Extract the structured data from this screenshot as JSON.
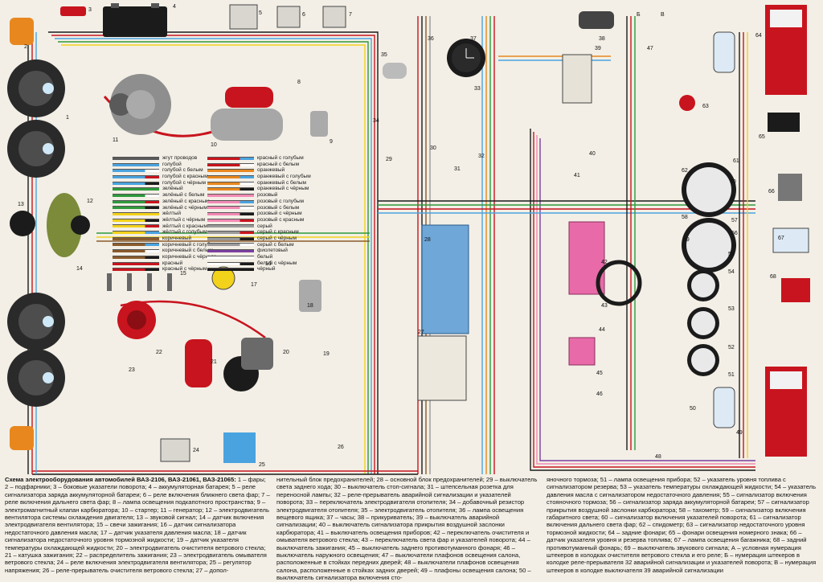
{
  "colors": {
    "background": "#f3efe6",
    "red": "#c8141e",
    "black": "#1b1b1b",
    "fuse_block": "#6fa7d8",
    "relay_pink": "#e86aa8",
    "orange": "#d97a20",
    "component_gray": "#9a9a9a"
  },
  "badges": {
    "b": "Б",
    "v": "В"
  },
  "legend": {
    "left": [
      {
        "label": "жгут проводов",
        "colors": [
          "#5a5a5a",
          "#5a5a5a"
        ]
      },
      {
        "label": "голубой",
        "colors": [
          "#4aa3df",
          "#4aa3df"
        ]
      },
      {
        "label": "голубой с белым",
        "colors": [
          "#4aa3df",
          "#ffffff"
        ]
      },
      {
        "label": "голубой с красным",
        "colors": [
          "#4aa3df",
          "#c8141e"
        ]
      },
      {
        "label": "голубой с чёрным",
        "colors": [
          "#4aa3df",
          "#1b1b1b"
        ]
      },
      {
        "label": "зелёный",
        "colors": [
          "#2e9a3c",
          "#2e9a3c"
        ]
      },
      {
        "label": "зелёный с белым",
        "colors": [
          "#2e9a3c",
          "#ffffff"
        ]
      },
      {
        "label": "зелёный с красным",
        "colors": [
          "#2e9a3c",
          "#c8141e"
        ]
      },
      {
        "label": "зелёный с чёрным",
        "colors": [
          "#2e9a3c",
          "#1b1b1b"
        ]
      },
      {
        "label": "жёлтый",
        "colors": [
          "#f2d21b",
          "#f2d21b"
        ]
      },
      {
        "label": "жёлтый с чёрным",
        "colors": [
          "#f2d21b",
          "#1b1b1b"
        ]
      },
      {
        "label": "жёлтый с красным",
        "colors": [
          "#f2d21b",
          "#c8141e"
        ]
      },
      {
        "label": "жёлтый с голубым",
        "colors": [
          "#f2d21b",
          "#4aa3df"
        ]
      },
      {
        "label": "коричневый",
        "colors": [
          "#8a5a2b",
          "#8a5a2b"
        ]
      },
      {
        "label": "коричневый с голубым",
        "colors": [
          "#8a5a2b",
          "#4aa3df"
        ]
      },
      {
        "label": "коричневый с белым",
        "colors": [
          "#8a5a2b",
          "#ffffff"
        ]
      },
      {
        "label": "коричневый с чёрным",
        "colors": [
          "#8a5a2b",
          "#1b1b1b"
        ]
      },
      {
        "label": "красный",
        "colors": [
          "#c8141e",
          "#c8141e"
        ]
      },
      {
        "label": "красный с чёрным",
        "colors": [
          "#c8141e",
          "#1b1b1b"
        ]
      }
    ],
    "right": [
      {
        "label": "красный с голубым",
        "colors": [
          "#c8141e",
          "#4aa3df"
        ]
      },
      {
        "label": "красный с белым",
        "colors": [
          "#c8141e",
          "#ffffff"
        ]
      },
      {
        "label": "оранжевый",
        "colors": [
          "#e8871e",
          "#e8871e"
        ]
      },
      {
        "label": "оранжевый с голубым",
        "colors": [
          "#e8871e",
          "#4aa3df"
        ]
      },
      {
        "label": "оранжевый с белым",
        "colors": [
          "#e8871e",
          "#ffffff"
        ]
      },
      {
        "label": "оранжевый с чёрным",
        "colors": [
          "#e8871e",
          "#1b1b1b"
        ]
      },
      {
        "label": "розовый",
        "colors": [
          "#f28ab4",
          "#f28ab4"
        ]
      },
      {
        "label": "розовый с голубым",
        "colors": [
          "#f28ab4",
          "#4aa3df"
        ]
      },
      {
        "label": "розовый с белым",
        "colors": [
          "#f28ab4",
          "#ffffff"
        ]
      },
      {
        "label": "розовый с чёрным",
        "colors": [
          "#f28ab4",
          "#1b1b1b"
        ]
      },
      {
        "label": "розовый с красным",
        "colors": [
          "#f28ab4",
          "#c8141e"
        ]
      },
      {
        "label": "серый",
        "colors": [
          "#9a9a9a",
          "#9a9a9a"
        ]
      },
      {
        "label": "серый с красным",
        "colors": [
          "#9a9a9a",
          "#c8141e"
        ]
      },
      {
        "label": "серый с чёрным",
        "colors": [
          "#9a9a9a",
          "#1b1b1b"
        ]
      },
      {
        "label": "серый с белым",
        "colors": [
          "#9a9a9a",
          "#ffffff"
        ]
      },
      {
        "label": "фиолетовый",
        "colors": [
          "#7b3fa0",
          "#7b3fa0"
        ]
      },
      {
        "label": "белый",
        "colors": [
          "#ffffff",
          "#ffffff"
        ]
      },
      {
        "label": "белый с чёрным",
        "colors": [
          "#ffffff",
          "#1b1b1b"
        ]
      },
      {
        "label": "чёрный",
        "colors": [
          "#1b1b1b",
          "#1b1b1b"
        ]
      }
    ]
  },
  "components": [
    {
      "id": "1",
      "kind": "headlamp"
    },
    {
      "id": "2",
      "kind": "fog-lamp"
    },
    {
      "id": "3",
      "kind": "side-indicator"
    },
    {
      "id": "4",
      "kind": "battery"
    },
    {
      "id": "5",
      "kind": "relay"
    },
    {
      "id": "6",
      "kind": "relay"
    },
    {
      "id": "7",
      "kind": "relay"
    },
    {
      "id": "8",
      "kind": "pickup"
    },
    {
      "id": "9",
      "kind": "solenoid"
    },
    {
      "id": "10",
      "kind": "starter"
    },
    {
      "id": "11",
      "kind": "alternator"
    },
    {
      "id": "12",
      "kind": "fan-motor"
    },
    {
      "id": "13",
      "kind": "horn"
    },
    {
      "id": "14",
      "kind": "sensor"
    },
    {
      "id": "15",
      "kind": "spark-plug"
    },
    {
      "id": "16",
      "kind": "sensor"
    },
    {
      "id": "17",
      "kind": "sensor"
    },
    {
      "id": "18",
      "kind": "sensor"
    },
    {
      "id": "19",
      "kind": "sensor"
    },
    {
      "id": "20",
      "kind": "wiper-motor"
    },
    {
      "id": "21",
      "kind": "ignition-coil"
    },
    {
      "id": "22",
      "kind": "distributor"
    },
    {
      "id": "23",
      "kind": "relay"
    },
    {
      "id": "24",
      "kind": "relay"
    },
    {
      "id": "25",
      "kind": "regulator"
    },
    {
      "id": "26",
      "kind": "relay"
    },
    {
      "id": "27",
      "kind": "fuse-block"
    },
    {
      "id": "28",
      "kind": "fuse-block"
    },
    {
      "id": "29",
      "kind": "switch"
    },
    {
      "id": "30",
      "kind": "switch"
    },
    {
      "id": "31",
      "kind": "socket"
    },
    {
      "id": "32",
      "kind": "relay"
    },
    {
      "id": "33",
      "kind": "switch"
    },
    {
      "id": "34",
      "kind": "resistor"
    },
    {
      "id": "35",
      "kind": "lamp"
    },
    {
      "id": "36",
      "kind": "lamp"
    },
    {
      "id": "37",
      "kind": "clock"
    },
    {
      "id": "38",
      "kind": "lighter"
    },
    {
      "id": "39",
      "kind": "switch"
    },
    {
      "id": "40",
      "kind": "switch"
    },
    {
      "id": "41",
      "kind": "switch"
    },
    {
      "id": "42",
      "kind": "switch"
    },
    {
      "id": "43",
      "kind": "switch"
    },
    {
      "id": "44",
      "kind": "switch"
    },
    {
      "id": "45",
      "kind": "switch"
    },
    {
      "id": "46",
      "kind": "switch"
    },
    {
      "id": "47",
      "kind": "lamp"
    },
    {
      "id": "48",
      "kind": "lamp"
    },
    {
      "id": "49",
      "kind": "lamp"
    },
    {
      "id": "50",
      "kind": "switch"
    },
    {
      "id": "51",
      "kind": "lamp"
    },
    {
      "id": "52",
      "kind": "gauge"
    },
    {
      "id": "53",
      "kind": "gauge"
    },
    {
      "id": "54",
      "kind": "gauge"
    },
    {
      "id": "55",
      "kind": "gauge"
    },
    {
      "id": "56",
      "kind": "gauge"
    },
    {
      "id": "57",
      "kind": "gauge"
    },
    {
      "id": "58",
      "kind": "gauge"
    },
    {
      "id": "59",
      "kind": "gauge"
    },
    {
      "id": "60",
      "kind": "gauge"
    },
    {
      "id": "61",
      "kind": "gauge"
    },
    {
      "id": "62",
      "kind": "gauge"
    },
    {
      "id": "63",
      "kind": "indicator"
    },
    {
      "id": "64",
      "kind": "tail-lamp"
    },
    {
      "id": "65",
      "kind": "lamp"
    },
    {
      "id": "66",
      "kind": "sensor"
    },
    {
      "id": "67",
      "kind": "sensor"
    },
    {
      "id": "68",
      "kind": "lamp"
    }
  ],
  "caption": {
    "col1_title": "Схема электрооборудования автомобилей ВАЗ-2106, ВАЗ-21061, ВАЗ-21065:",
    "col1": "1 – фары; 2 – подфарники; 3 – боковые указатели поворота; 4 – аккумуляторная батарея; 5 – реле сигнализатора заряда аккумуляторной батареи; 6 – реле включения ближнего света фар; 7 – реле включения дальнего света фар; 8 – лампа освещения подкапотного пространства; 9 – электромагнитный клапан карбюратора; 10 – стартер; 11 – генератор; 12 – электродвигатель вентилятора системы охлаждения двигателя; 13 – звуковой сигнал; 14 – датчик включения электродвигателя вентилятора; 15 – свечи зажигания; 16 – датчик сигнализатора недостаточного давления масла; 17 – датчик указателя давления масла; 18 – датчик сигнализатора недостаточного уровня тормозной жидкости; 19 – датчик указателя температуры охлаждающей жидкости; 20 – электродвигатель очистителя ветрового стекла; 21 – катушка зажигания; 22 – распределитель зажигания; 23 – электродвигатель омывателя ветрового стекла; 24 – реле включения электродвигателя вентилятора; 25 – регулятор напряжения; 26 – реле-прерыватель очистителя ветрового стекла; 27 – допол-",
    "col2": "нительный блок предохранителей; 28 – основной блок предохранителей; 29 – выключатель света заднего хода; 30 – выключатель стоп-сигнала; 31 – штепсельная розетка для переносной лампы; 32 – реле-прерыватель аварийной сигнализации и указателей поворота; 33 – переключатель электродвигателя отопителя; 34 – добавочный резистор электродвигателя отопителя; 35 – электродвигатель отопителя; 36 – лампа освещения вещевого ящика; 37 – часы; 38 – прикуриватель; 39 – выключатель аварийной сигнализации; 40 – выключатель сигнализатора прикрытия воздушной заслонки карбюратора; 41 – выключатель освещения приборов; 42 – переключатель очистителя и омывателя ветрового стекла; 43 – переключатель света фар и указателей поворота; 44 – выключатель зажигания; 45 – выключатель заднего противотуманного фонаря; 46 – выключатель наружного освещения; 47 – выключатели плафонов освещения салона, расположенные в стойках передних дверей; 48 – выключатели плафонов освещения салона, расположенные в стойках задних дверей; 49 – плафоны освещения салона; 50 – выключатель сигнализатора включения сто-",
    "col3": "яночного тормоза; 51 – лампа освещения прибора; 52 – указатель уровня топлива с сигнализатором резерва; 53 – указатель температуры охлаждающей жидкости; 54 – указатель давления масла с сигнализатором недостаточного давления; 55 – сигнализатор включения стояночного тормоза; 56 – сигнализатор заряда аккумуляторной батареи; 57 – сигнализатор прикрытия воздушной заслонки карбюратора; 58 – тахометр; 59 – сигнализатор включения габаритного света; 60 – сигнализатор включения указателей поворота; 61 – сигнализатор включения дальнего света фар; 62 – спидометр; 63 – сигнализатор недостаточного уровня тормозной жидкости; 64 – задние фонари; 65 – фонари освещения номерного знака; 66 – датчик указателя уровня и резерва топлива; 67 – лампа освещения багажника; 68 – задний противотуманный фонарь; 69 – выключатель звукового сигнала; А – условная нумерация штекеров в колодках очистителя ветрового стекла и его реле; Б – нумерация штекеров в колодке реле-прерывателя 32 аварийной сигнализации и указателей поворота; В – нумерация штекеров в колодке выключателя 39 аварийной сигнализации"
  }
}
